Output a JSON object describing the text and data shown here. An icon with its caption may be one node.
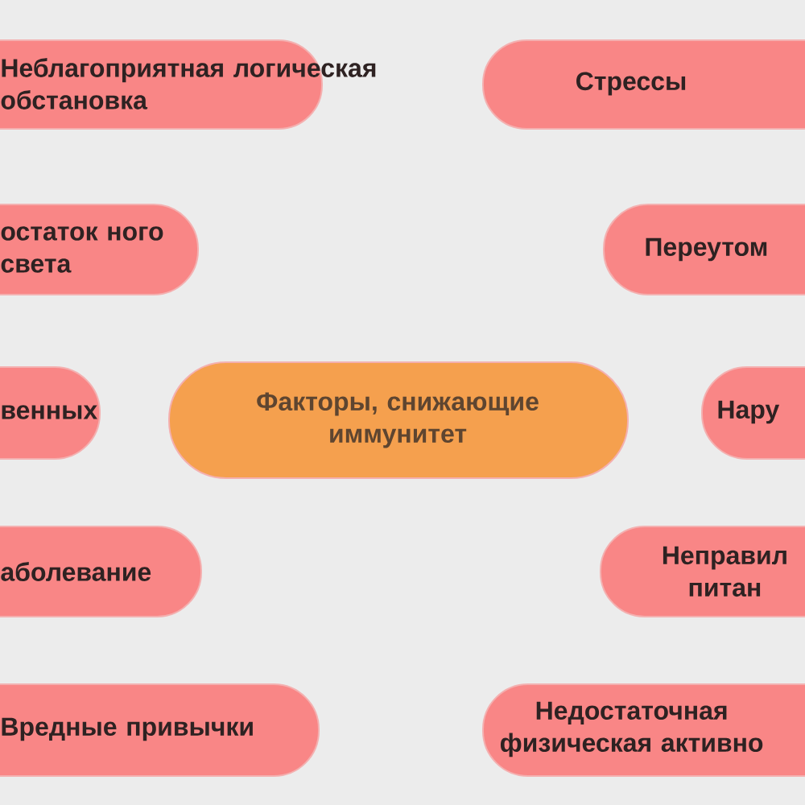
{
  "diagram": {
    "nodes": [
      {
        "text": [
          "Неблагоприятная логическая обстановка"
        ]
      },
      {
        "text": [
          "остаток ного света"
        ]
      },
      {
        "text": [
          "венных"
        ]
      },
      {
        "text": [
          "аболевание"
        ]
      },
      {
        "text": [
          "Вредные привычки"
        ]
      },
      {
        "text": [
          "Факторы, снижающие иммунитет"
        ]
      },
      {
        "text": [
          "Стрессы"
        ]
      },
      {
        "text": [
          "Переутом"
        ]
      },
      {
        "text": [
          "Нару"
        ]
      },
      {
        "text": [
          "Неправил питан"
        ]
      },
      {
        "text": [
          "Недостаточная физическая активно"
        ]
      }
    ]
  }
}
